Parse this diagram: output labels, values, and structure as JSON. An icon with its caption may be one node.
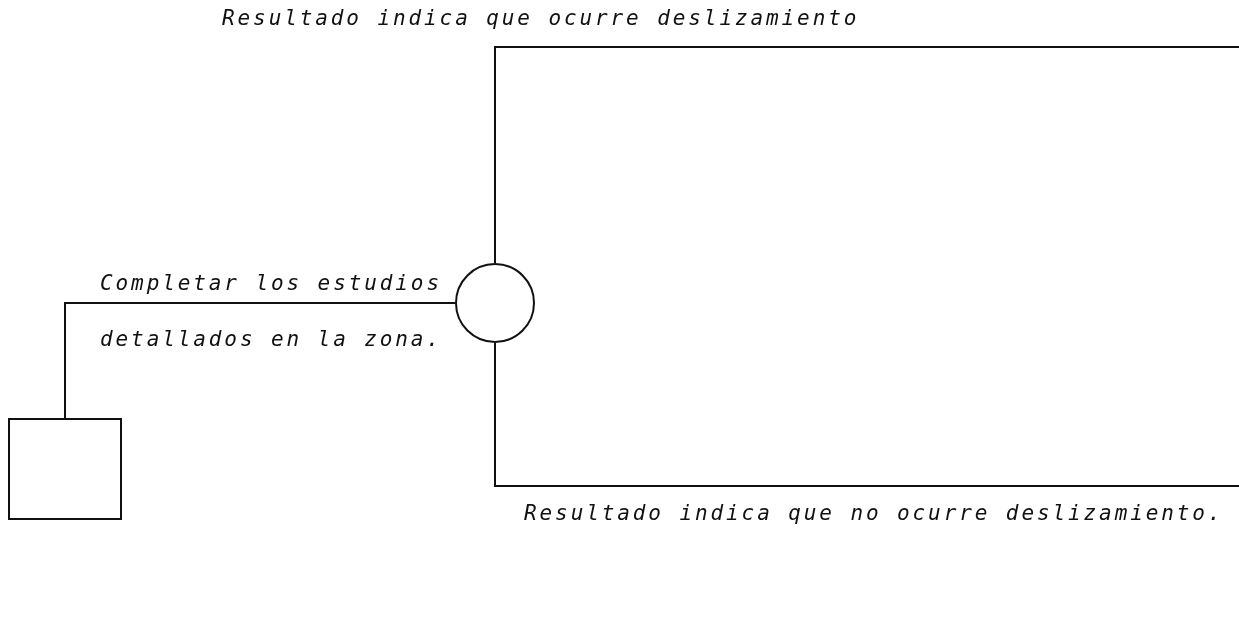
{
  "diagram": {
    "nodes": [
      {
        "text": [],
        "shape": "box"
      },
      {
        "text": [],
        "shape": "circle"
      }
    ],
    "edges": [
      {
        "from": 0,
        "to": 1,
        "arrow": "none",
        "label": "Completar los estudios detallados en la zona."
      },
      {
        "from": 1,
        "to": null,
        "arrow": "none",
        "label": "Resultado indica que ocurre deslizamiento"
      },
      {
        "from": 1,
        "to": null,
        "arrow": "none",
        "label": "Resultado indica que no ocurre deslizamiento."
      }
    ]
  }
}
